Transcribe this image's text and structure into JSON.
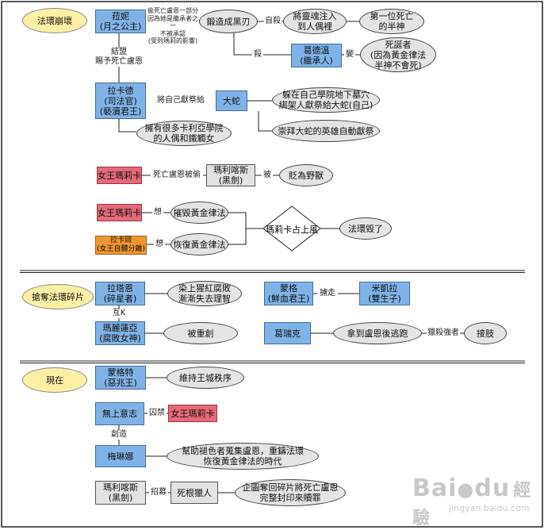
{
  "sections": {
    "s1": "法環崩壞",
    "s2": "搶奪法環碎片",
    "s3": "現在"
  },
  "nodes": {
    "zani": "菈妮\n(月之公主)",
    "blade": "鍛造成黑刃",
    "puppet": "將靈魂注入\n到人偶裡",
    "firstdead": "第一位死亡\n的半神",
    "godwyn": "葛德溫\n(繼承人)",
    "deathborn": "死誕者\n(因為黃金律法\n半神不會死)",
    "rykard": "拉卡德\n(司法官)\n(褻瀆君王)",
    "serpent": "大蛇",
    "lair": "躲在自己學院地下墓穴\n綁架人獻祭給大蛇(自己)",
    "worship": "崇拜大蛇的英雄自動獻祭",
    "students": "擁有很多卡利亞學院\n的人偶和鐵觸女",
    "marika1": "女王瑪莉卡",
    "maliketh1": "瑪利喀斯\n(黑劍)",
    "beast": "貶為野獸",
    "marika2": "女王瑪莉卡",
    "destroy": "摧毀黃金律法",
    "radagon": "拉卡岡\n(女王自體分離)",
    "restore": "恢復黃金律法",
    "shatter": "瑪莉卡占上風",
    "broken": "法環毀了",
    "radahn": "拉塔恩\n(碎星者)",
    "scarlet": "染上猩紅腐敗\n漸漸失去理智",
    "malenia": "瑪麗蓮亞\n(腐敗女神)",
    "wounded": "被重創",
    "mohg": "蒙格\n(鮮血君王)",
    "miquella": "米凱拉\n(雙生子)",
    "godrick": "葛瑞克",
    "flee": "拿到盧恩後逃跑",
    "graft": "接肢",
    "morgott": "蒙格特\n(惡兆王)",
    "order": "維持王城秩序",
    "greater": "無上意志",
    "marika3": "女王瑪莉卡",
    "melina": "梅琳娜",
    "help": "幫助褪色者蒐集盧恩，重鑄法環\n恢復黃金律法的時代",
    "maliketh2": "瑪利喀斯\n(黑劍)",
    "hunters": "死根獵人",
    "seal": "企圖奪回碎片將死亡盧恩\n完整封印來贖罪"
  },
  "labels": {
    "zani_note": "偷死亡盧恩一部分\n因為她是繼承者之一\n不被承認\n(受到瑪莉的影響)",
    "suicide": "自殺",
    "kill": "殺",
    "change": "變",
    "bond": "結盟\n賜予死亡盧恩",
    "offer": "將自己獻祭給",
    "stolen": "死亡盧恩被偷",
    "by": "被",
    "want1": "想",
    "want2": "想",
    "fight": "互K",
    "abduct": "擄走",
    "hunt": "獵殺強者",
    "imprison": "囚禁",
    "create": "創造",
    "recruit": "招募"
  },
  "watermark": {
    "main": "Bai",
    "du": "du",
    "jy": "經驗",
    "url": "jingyan.baidu.com"
  }
}
